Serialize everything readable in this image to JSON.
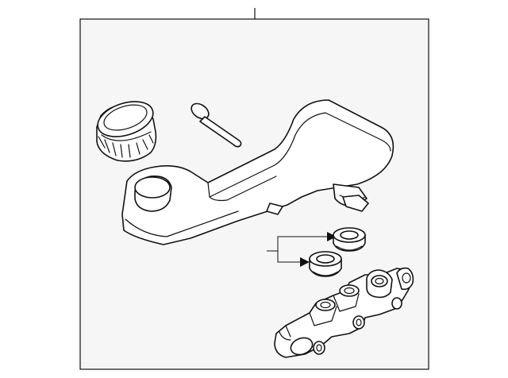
{
  "diagram": {
    "background": "#f6f6f6",
    "line_color": "#111111",
    "parts": [
      {
        "name": "reservoir-cap"
      },
      {
        "name": "level-sensor-rod"
      },
      {
        "name": "fluid-reservoir"
      },
      {
        "name": "reservoir-grommet-upper"
      },
      {
        "name": "reservoir-grommet-lower"
      },
      {
        "name": "master-cylinder"
      }
    ]
  }
}
